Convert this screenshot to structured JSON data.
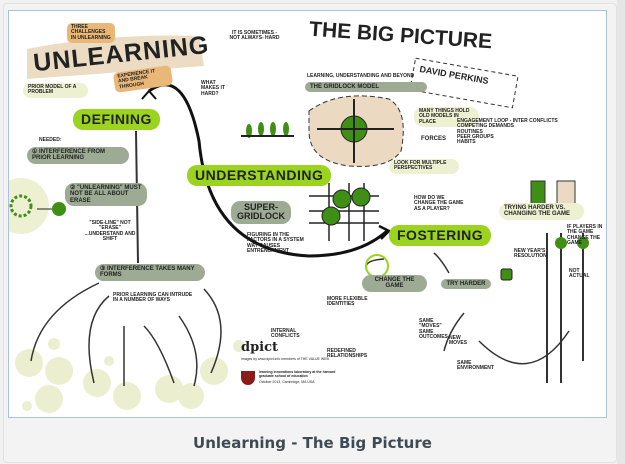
{
  "caption": "Unlearning - The Big Picture",
  "sketch": {
    "title_left": "UNLEARNING",
    "tag_top": "THREE CHALLENGES IN UNLEARNING",
    "tag_bottom": "EXPERIENCE IT AND BREAK THROUGH",
    "prior_model": "PRIOR MODEL of a PROBLEM",
    "defining": "DEFINING",
    "needed": "NEEDED:",
    "interference1": "① INTERFERENCE from PRIOR LEARNING",
    "unlearning2": "② \"UNLEARNING\" MUST NOT BE ALL ABOUT ERASE",
    "sideline": "\"SIDE-LINE\" NOT \"ERASE\" ...UNDERSTAND AND SHIFT",
    "interference3": "③ INTERFERENCE TAKES MANY FORMS",
    "intrude": "PRIOR LEARNING CAN INTRUDE IN A NUMBER OF WAYS",
    "hard": "IT IS SOMETIMES -NOT ALWAYS- HARD",
    "what_makes": "WHAT MAKES IT HARD?",
    "understanding": "UNDERSTANDING",
    "supergridlock": "SUPER-GRIDLOCK",
    "supergridlock_note": "FIGURING IN THE FACTORS IN A SYSTEM WAY CAUSES ENTRENCHMENT",
    "big_picture": "THE BIG PICTURE",
    "author": "DAVID PERKINS",
    "gridlock_sub": "LEARNING, UNDERSTANDING AND BEYOND",
    "gridlock_model": "THE GRIDLOCK MODEL",
    "forces_note": "MANY THINGS HOLD OLD MODELS IN PLACE",
    "forces": "FORCES",
    "forces_list": [
      "ENGAGEMENT LOOP - INTER CONFLICTS",
      "COMPETING DEMANDS",
      "ROUTINES",
      "PEER GROUPS",
      "HABITS"
    ],
    "perspectives": "LOOK FOR MULTIPLE PERSPECTIVES",
    "how_change": "HOW DO WE CHANGE THE GAME AS A PLAYER?",
    "trying": "TRYING HARDER VS. CHANGING THE GAME",
    "fostering": "FOSTERING",
    "fostering_note": "IF PLAYERS IN THE GAME CHANGE THE GAME",
    "change_game": "CHANGE the GAME",
    "try_harder": "TRY HARDER",
    "flexible": "MORE FLEXIBLE IDENTITIES",
    "internal": "INTERNAL CONFLICTS",
    "redefined": "REDEFINED RELATIONSHIPS",
    "same_moves": "SAME \"MOVES\" SAME OUTCOMES",
    "new_moves": "NEW MOVES",
    "same_env": "SAME ENVIRONMENT",
    "resolution": "NEW YEAR'S RESOLUTION",
    "not_actual": "NOT ACTUAL",
    "logo": "dpict",
    "credit": "images by www.dpict.info members of THE VALUE WEB",
    "lab": "learning innovations laboratory at the harvard graduate school of education",
    "date": "October 2013, Cambridge, MA USA"
  },
  "colors": {
    "green": "#9bd41f",
    "dark_green": "#3f8f16",
    "gray": "#9eab94",
    "beige": "#ecdcc4",
    "orange": "#e9b777"
  }
}
